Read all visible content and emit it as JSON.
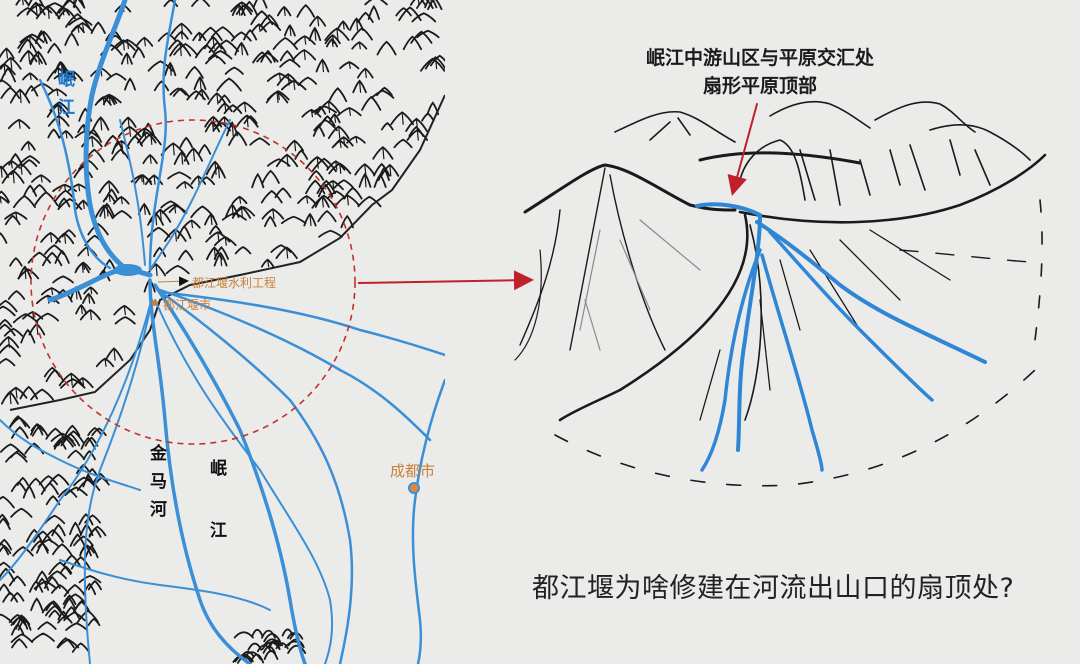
{
  "map": {
    "rivers": {
      "minjiang_top": "岷江",
      "jinma": "金马河",
      "minjiang_lower": "岷江"
    },
    "places": {
      "dujiangyan_project": "都江堰水利工程",
      "dujiangyan_city": "都江堰市",
      "chengdu": "成都市"
    },
    "colors": {
      "river": "#3a8fd6",
      "circle": "#c0332b",
      "arrow": "#c0202a",
      "place": "#c8813a",
      "mountain": "#1a1a1a"
    }
  },
  "sketch": {
    "callout_line1": "岷江中游山区与平原交汇处",
    "callout_line2": "扇形平原顶部"
  },
  "caption": "都江堰为啥修建在河流出山口的扇顶处?"
}
